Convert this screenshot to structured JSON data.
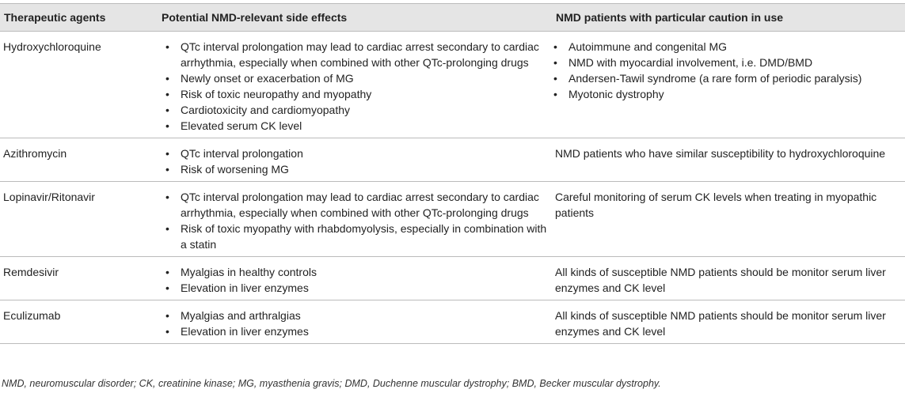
{
  "table": {
    "headers": [
      "Therapeutic agents",
      "Potential NMD-relevant side effects",
      "NMD patients with particular caution in use"
    ],
    "rows": [
      {
        "agent": "Hydroxychloroquine",
        "effects": [
          "QTc interval prolongation may lead to cardiac arrest secondary to cardiac arrhythmia, especially when combined with other QTc-prolonging drugs",
          "Newly onset or exacerbation of MG",
          "Risk of toxic neuropathy and myopathy",
          "Cardiotoxicity and cardiomyopathy",
          "Elevated serum CK level"
        ],
        "caution_list": [
          "Autoimmune and congenital MG",
          "NMD with myocardial involvement, i.e. DMD/BMD",
          "Andersen-Tawil syndrome (a rare form of periodic paralysis)",
          "Myotonic dystrophy"
        ]
      },
      {
        "agent": "Azithromycin",
        "effects": [
          "QTc interval prolongation",
          "Risk of worsening MG"
        ],
        "caution_text": "NMD patients who have similar susceptibility to hydroxychloroquine"
      },
      {
        "agent": "Lopinavir/Ritonavir",
        "effects": [
          "QTc interval prolongation may lead to cardiac arrest secondary to cardiac arrhythmia, especially when combined with other QTc-prolonging drugs",
          "Risk of toxic myopathy with rhabdomyolysis, especially in combination with a statin"
        ],
        "caution_text": "Careful monitoring of serum CK levels when treating in myopathic patients"
      },
      {
        "agent": "Remdesivir",
        "effects": [
          "Myalgias in healthy controls",
          "Elevation in liver enzymes"
        ],
        "caution_text": "All kinds of susceptible NMD patients should be monitor serum liver enzymes and CK level"
      },
      {
        "agent": "Eculizumab",
        "effects": [
          "Myalgias and arthralgias",
          "Elevation in liver enzymes"
        ],
        "caution_text": "All kinds of susceptible NMD patients should be monitor serum liver enzymes and CK level"
      }
    ]
  },
  "footnote": "NMD, neuromuscular disorder; CK, creatinine kinase; MG, myasthenia gravis; DMD, Duchenne muscular dystrophy; BMD, Becker muscular dystrophy."
}
